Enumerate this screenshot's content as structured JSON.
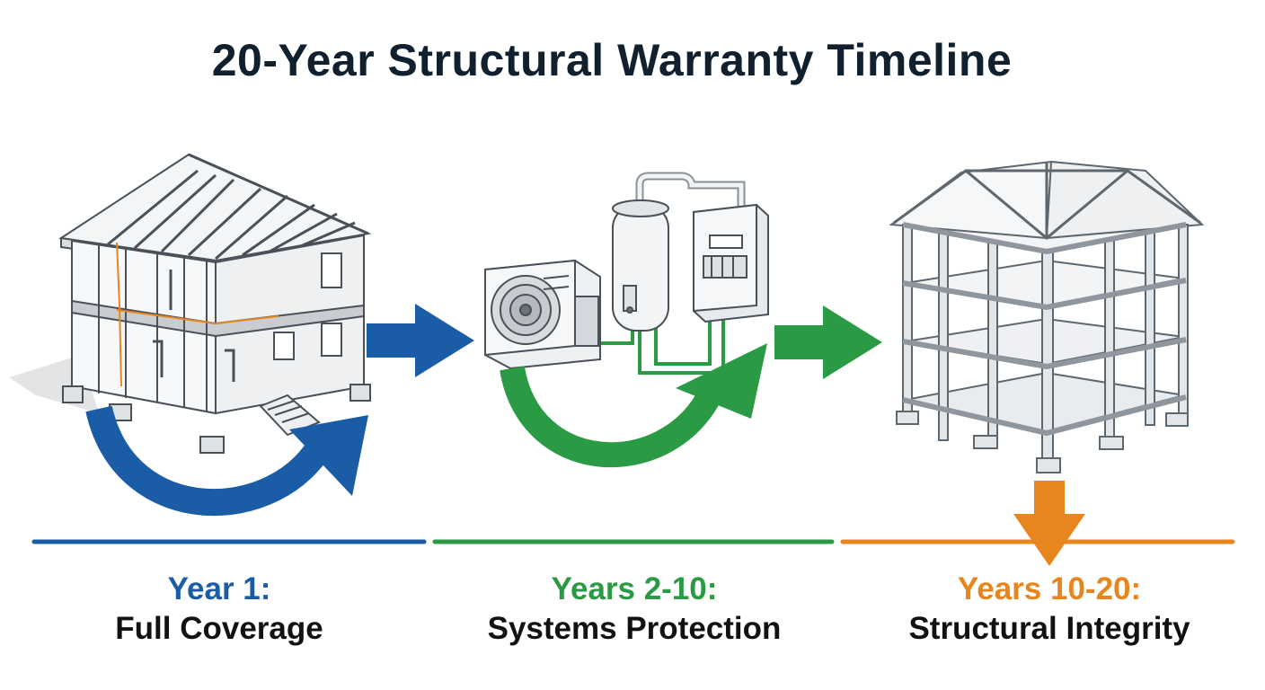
{
  "title": "20-Year Structural Warranty Timeline",
  "colors": {
    "blue": "#1a5da6",
    "green": "#2a9a44",
    "orange": "#e8861e",
    "frame": "#5e666e"
  },
  "stages": [
    {
      "period": "Year 1:",
      "description": "Full Coverage",
      "color": "#1a5da6",
      "illustration": "house-framing-icon"
    },
    {
      "period": "Years 2-10:",
      "description": "Systems Protection",
      "color": "#2a9a44",
      "illustration": "hvac-systems-icon"
    },
    {
      "period": "Years 10-20:",
      "description": "Structural Integrity",
      "color": "#e8861e",
      "illustration": "structural-frame-icon"
    }
  ]
}
